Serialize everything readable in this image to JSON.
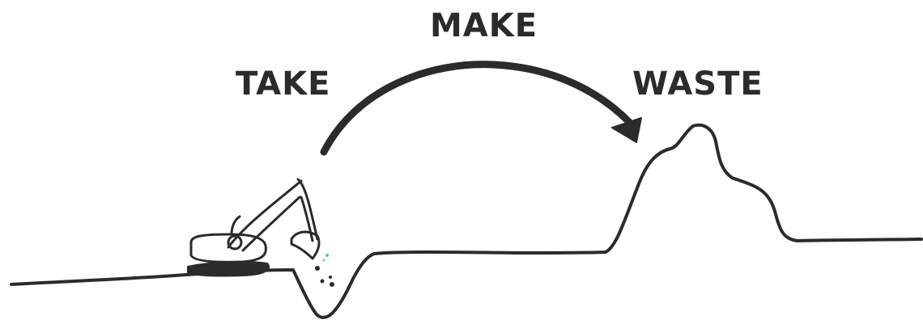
{
  "labels": {
    "take": "TAKE",
    "make": "MAKE",
    "waste": "WASTE"
  },
  "colors": {
    "ink": "#2b2b2b",
    "background": "#ffffff",
    "water_splash": "#5bc0c8"
  },
  "illustration": {
    "excavator": "excavator-icon",
    "pit": "dug-pit",
    "waste_mound": "landfill-mound",
    "arrow": "curved-arrow"
  }
}
